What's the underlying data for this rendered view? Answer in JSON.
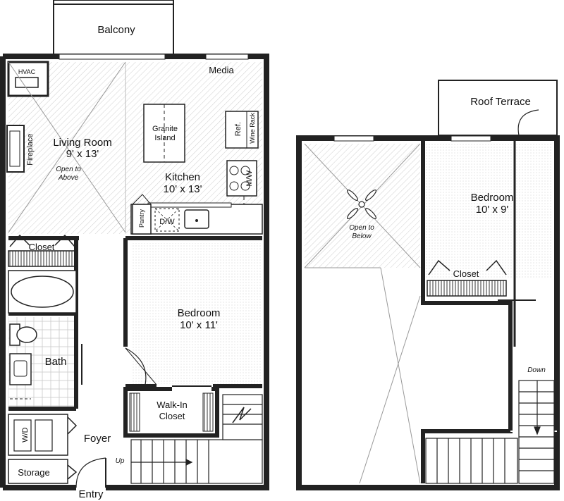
{
  "lower_level": {
    "balcony": "Balcony",
    "media": "Media",
    "hvac": "HVAC",
    "fireplace": "Fireplace",
    "living_room": {
      "name": "Living Room",
      "size": "9' x 13'"
    },
    "open_to_above": [
      "Open to",
      "Above"
    ],
    "granite_island": [
      "Granite",
      "Island"
    ],
    "wine_rack": "Wine Rack",
    "ref": "Ref.",
    "mw": "M/W",
    "kitchen": {
      "name": "Kitchen",
      "size": "10' x 13'"
    },
    "pantry": "Pantry",
    "dw": "D/W",
    "closet": "Closet",
    "bedroom": {
      "name": "Bedroom",
      "size": "10' x 11'"
    },
    "bath": "Bath",
    "walk_in_closet": [
      "Walk-In",
      "Closet"
    ],
    "wd": "W/D",
    "foyer": "Foyer",
    "up": "Up",
    "storage": "Storage",
    "entry": "Entry"
  },
  "upper_level": {
    "roof_terrace": "Roof Terrace",
    "bedroom": {
      "name": "Bedroom",
      "size": "10' x 9'"
    },
    "open_to_below": [
      "Open to",
      "Below"
    ],
    "closet": "Closet",
    "down": "Down"
  }
}
